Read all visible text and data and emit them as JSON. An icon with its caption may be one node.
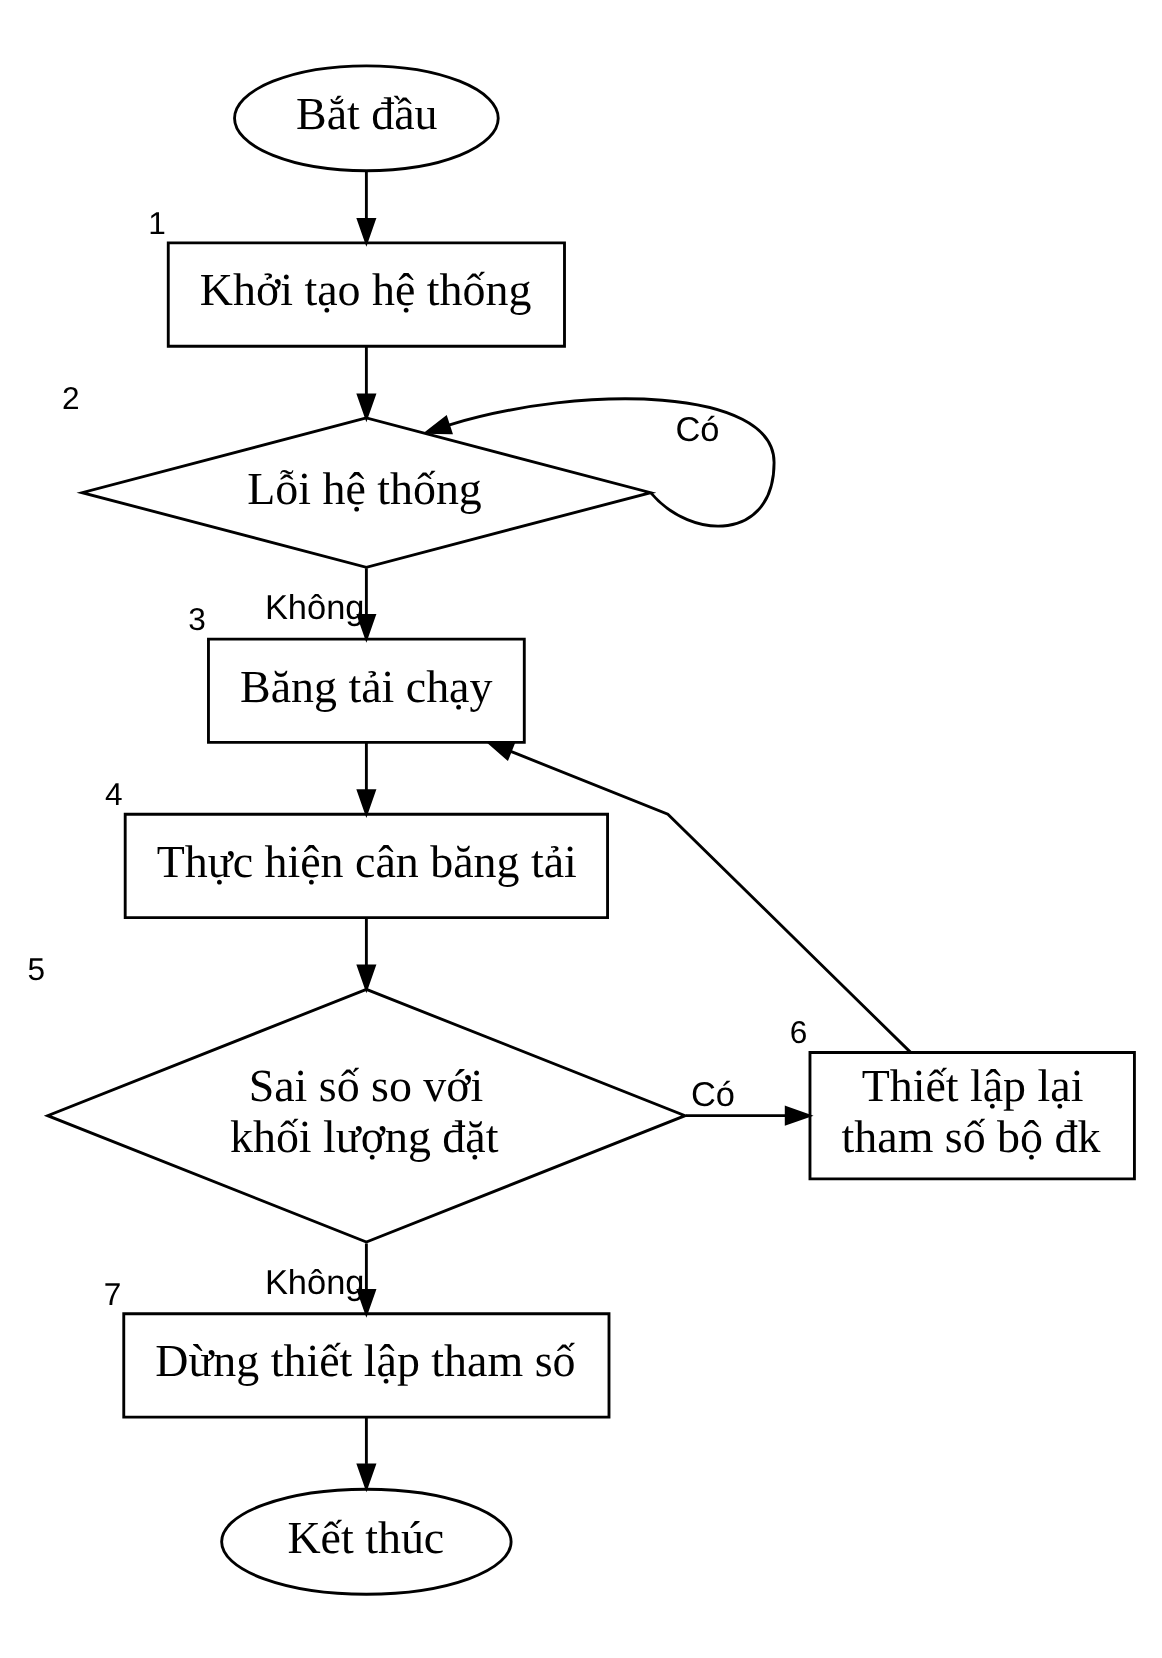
{
  "diagram": {
    "nodes": [
      {
        "text": [
          "Bắt đầu"
        ]
      },
      {
        "text": [
          "Khởi tạo hệ thống"
        ],
        "beside": [
          "1"
        ]
      },
      {
        "text": [
          "Lỗi hệ thống"
        ],
        "beside": [
          "2"
        ]
      },
      {
        "text": [
          "Băng tải chạy"
        ],
        "beside": [
          "3"
        ]
      },
      {
        "text": [
          "Thực hiện cân băng tải"
        ],
        "beside": [
          "4"
        ]
      },
      {
        "text": [
          "Sai số so với khối lượng đặt"
        ],
        "beside": [
          "5"
        ]
      },
      {
        "text": [
          "Thiết lập lại tham số bộ đk"
        ],
        "beside": [
          "6"
        ]
      },
      {
        "text": [
          "Dừng thiết lập tham số"
        ],
        "beside": [
          "7"
        ]
      },
      {
        "text": [
          "Kết thúc"
        ]
      }
    ],
    "edges": [
      {
        "from": 0,
        "to": 1,
        "arrow": "to"
      },
      {
        "from": 1,
        "to": 2,
        "arrow": "to"
      },
      {
        "from": 2,
        "to": 2,
        "arrow": "to",
        "label": "Có"
      },
      {
        "from": 2,
        "to": 3,
        "arrow": "to",
        "label": "Không"
      },
      {
        "from": 3,
        "to": 4,
        "arrow": "to"
      },
      {
        "from": 4,
        "to": 5,
        "arrow": "to"
      },
      {
        "from": 5,
        "to": 6,
        "arrow": "to",
        "label": "Có"
      },
      {
        "from": 6,
        "to": 3,
        "arrow": "to"
      },
      {
        "from": 5,
        "to": 7,
        "arrow": "to",
        "label": "Không"
      },
      {
        "from": 7,
        "to": 8,
        "arrow": "to"
      }
    ]
  }
}
